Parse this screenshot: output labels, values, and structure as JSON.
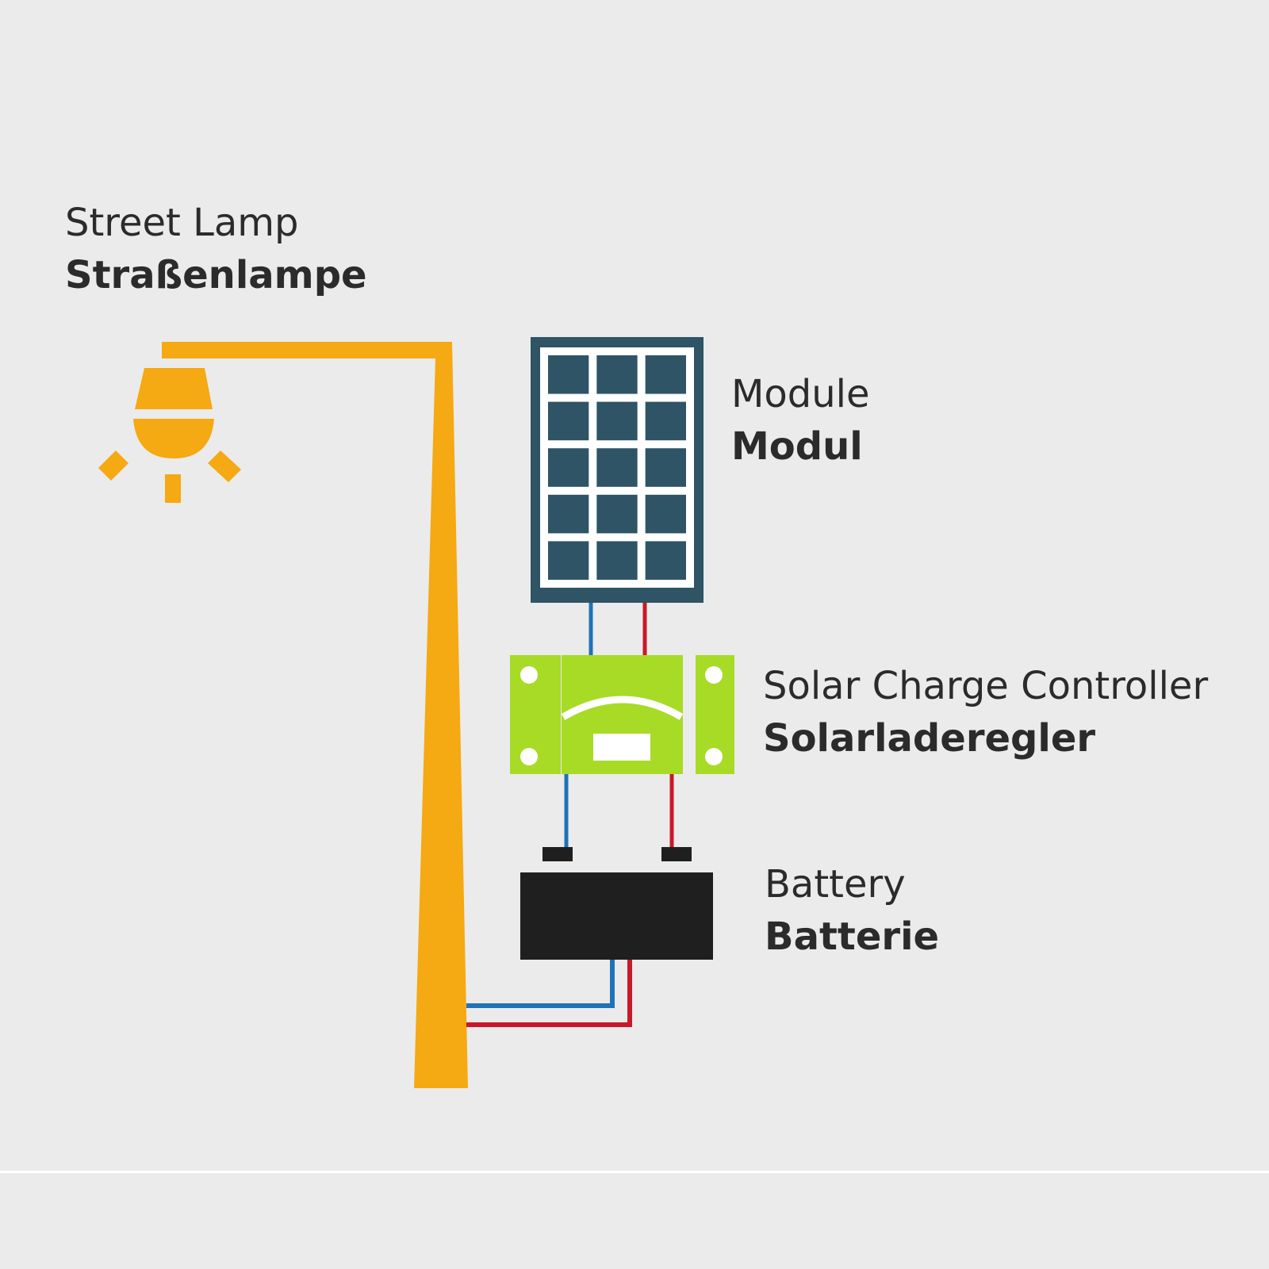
{
  "colors": {
    "background": "#ebebeb",
    "lamp": "#f5a912",
    "module_frame": "#2e5466",
    "module_cell": "#2e5466",
    "module_grid": "#ffffff",
    "controller": "#a7db26",
    "battery": "#1f1f1f",
    "wire_negative": "#1f73b7",
    "wire_positive": "#c8192a",
    "text": "#2b2b2b"
  },
  "labels": {
    "street_lamp": {
      "en": "Street Lamp",
      "de": "Straßenlampe"
    },
    "module": {
      "en": "Module",
      "de": "Modul"
    },
    "controller": {
      "en": "Solar Charge Controller",
      "de": "Solarladeregler"
    },
    "battery": {
      "en": "Battery",
      "de": "Batterie"
    }
  },
  "icons": {
    "lamp": "street-lamp-icon",
    "module": "solar-panel-icon",
    "controller": "charge-controller-icon",
    "battery": "battery-icon"
  },
  "module_grid": {
    "rows": 5,
    "cols": 3
  }
}
